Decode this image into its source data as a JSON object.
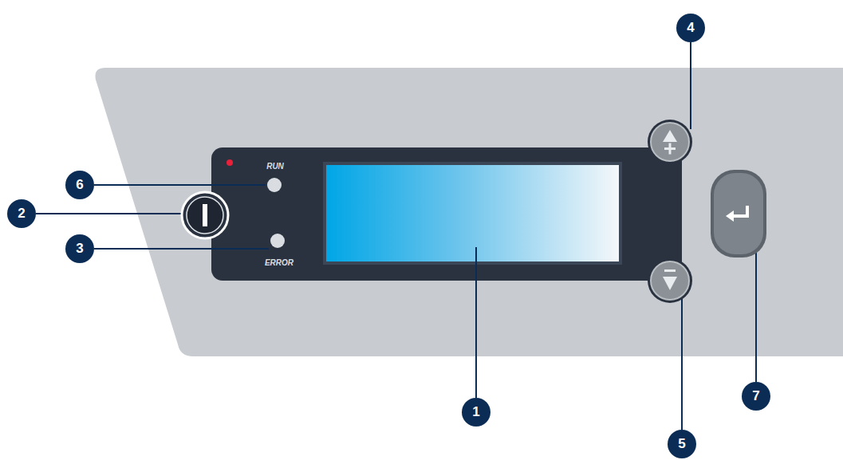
{
  "diagram": {
    "labels": [
      "4",
      "6",
      "RUN",
      "2",
      "3",
      "ERROR",
      "1",
      "5",
      "7"
    ]
  }
}
